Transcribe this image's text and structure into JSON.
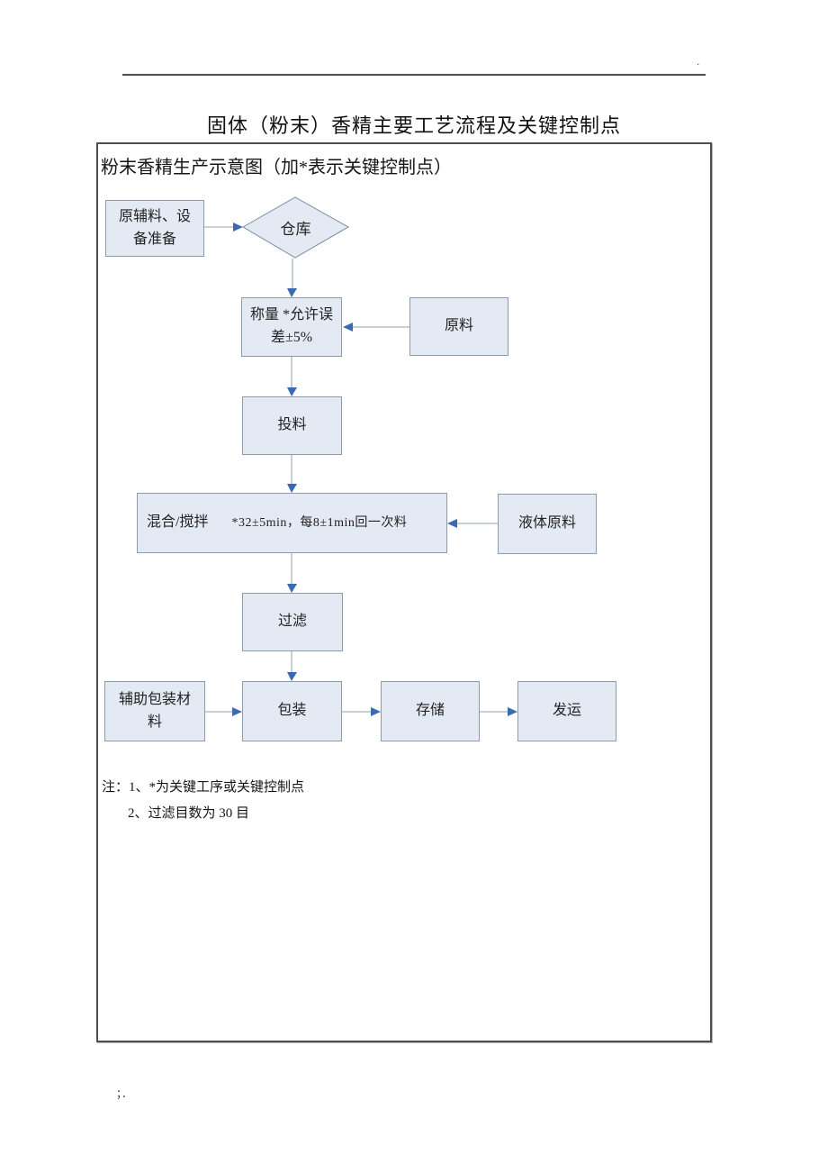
{
  "page": {
    "title": "固体（粉末）香精主要工艺流程及关键控制点",
    "top_right_mark": "·",
    "footer_marks": "；．"
  },
  "diagram": {
    "header": "粉末香精生产示意图（加*表示关键控制点）",
    "nodes": {
      "prep": {
        "shape": "rect",
        "label": "原辅料、设备准备"
      },
      "warehouse": {
        "shape": "diamond",
        "label": "仓库"
      },
      "weigh": {
        "shape": "rect",
        "label": "称量 *允许误差±5%"
      },
      "raw": {
        "shape": "rect",
        "label": "原料"
      },
      "feed": {
        "shape": "rect",
        "label": "投料"
      },
      "mix": {
        "shape": "rect",
        "label": "混合/搅拌",
        "note": "*32±5min，每8±1min回一次料"
      },
      "liquid": {
        "shape": "rect",
        "label": "液体原料"
      },
      "filter": {
        "shape": "rect",
        "label": "过滤"
      },
      "auxpack": {
        "shape": "rect",
        "label": "辅助包装材料"
      },
      "pack": {
        "shape": "rect",
        "label": "包装"
      },
      "store": {
        "shape": "rect",
        "label": "存储"
      },
      "ship": {
        "shape": "rect",
        "label": "发运"
      }
    },
    "edges": [
      {
        "from": "prep",
        "to": "warehouse"
      },
      {
        "from": "warehouse",
        "to": "weigh"
      },
      {
        "from": "raw",
        "to": "weigh"
      },
      {
        "from": "weigh",
        "to": "feed"
      },
      {
        "from": "feed",
        "to": "mix"
      },
      {
        "from": "liquid",
        "to": "mix"
      },
      {
        "from": "mix",
        "to": "filter"
      },
      {
        "from": "filter",
        "to": "pack"
      },
      {
        "from": "auxpack",
        "to": "pack"
      },
      {
        "from": "pack",
        "to": "store"
      },
      {
        "from": "store",
        "to": "ship"
      }
    ],
    "notes": [
      "注：1、*为关键工序或关键控制点",
      "2、过滤目数为 30 目"
    ],
    "colors": {
      "node_fill": "#e4eaf4",
      "node_border": "#8f9aa9",
      "diamond_border": "#7d8ca0",
      "connector_line": "#a9b3c0",
      "arrow_head": "#3a6ab0",
      "frame_border": "#4f4f4f"
    }
  }
}
